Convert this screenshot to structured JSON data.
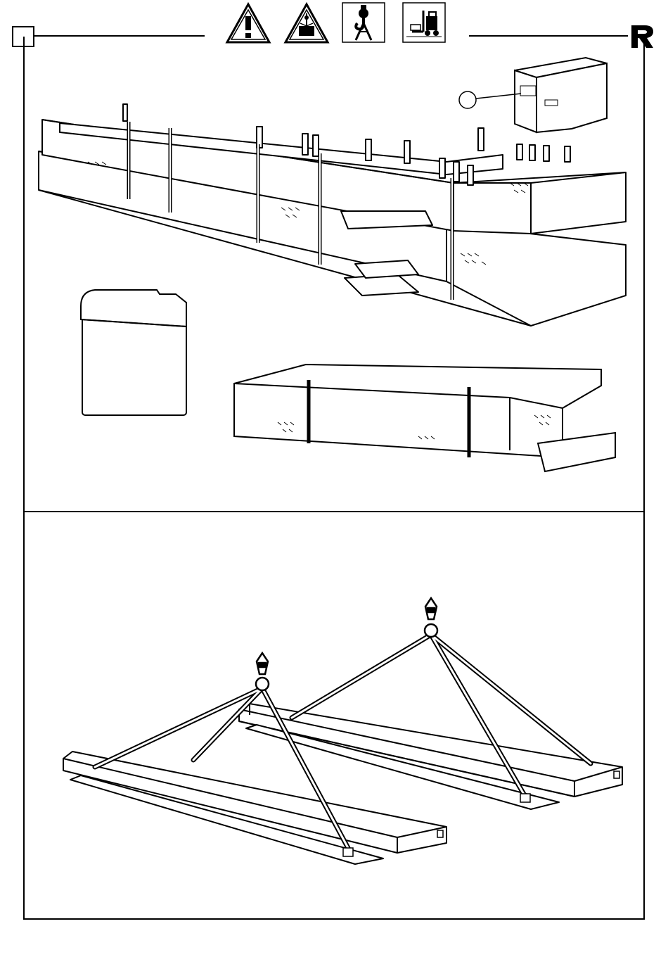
{
  "header": {
    "step_number": "",
    "icons": [
      "general-warning-icon",
      "suspended-load-warning-icon",
      "crane-hook-icon",
      "forklift-icon"
    ],
    "logo": "r-brand-logo-icon"
  },
  "top_panel": {
    "callout_label": "",
    "items": [
      "packed-beam-bundle",
      "small-parts-carton",
      "container-box",
      "long-crate"
    ]
  },
  "bottom_panel": {
    "items": [
      "lifting-sling-left",
      "lifting-sling-right",
      "beam-left",
      "beam-right"
    ]
  }
}
